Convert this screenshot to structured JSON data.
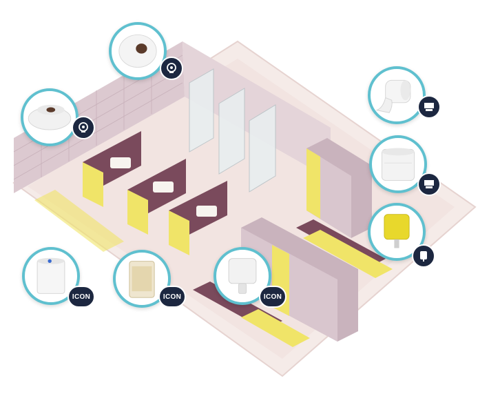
{
  "colors": {
    "accent_ring": "#5fc0cf",
    "badge_bg": "#1c2740",
    "wall": "#d9c6ce",
    "floor": "#f3e6e2",
    "partition": "#7a4a5c",
    "door_yellow": "#f0e468",
    "locker": "#c9b3bd"
  },
  "hotspots": [
    {
      "product": "jumbo-toilet-roll",
      "badge_icon": "toilet-roll-dispenser-icon",
      "badge_text": ""
    },
    {
      "product": "jumbo-toilet-roll",
      "badge_icon": "toilet-roll-dispenser-icon",
      "badge_text": ""
    },
    {
      "product": "hand-towel-roll",
      "badge_icon": "towel-dispenser-icon",
      "badge_text": ""
    },
    {
      "product": "centrefeed-roll",
      "badge_icon": "towel-dispenser-icon",
      "badge_text": ""
    },
    {
      "product": "soap-cartridge",
      "badge_icon": "soap-dispenser-icon",
      "badge_text": ""
    },
    {
      "product": "wrapped-roll",
      "badge_icon": "",
      "badge_text": "ICON"
    },
    {
      "product": "boxed-tissue-roll",
      "badge_icon": "",
      "badge_text": "ICON"
    },
    {
      "product": "wall-dispenser",
      "badge_icon": "",
      "badge_text": "ICON"
    }
  ]
}
